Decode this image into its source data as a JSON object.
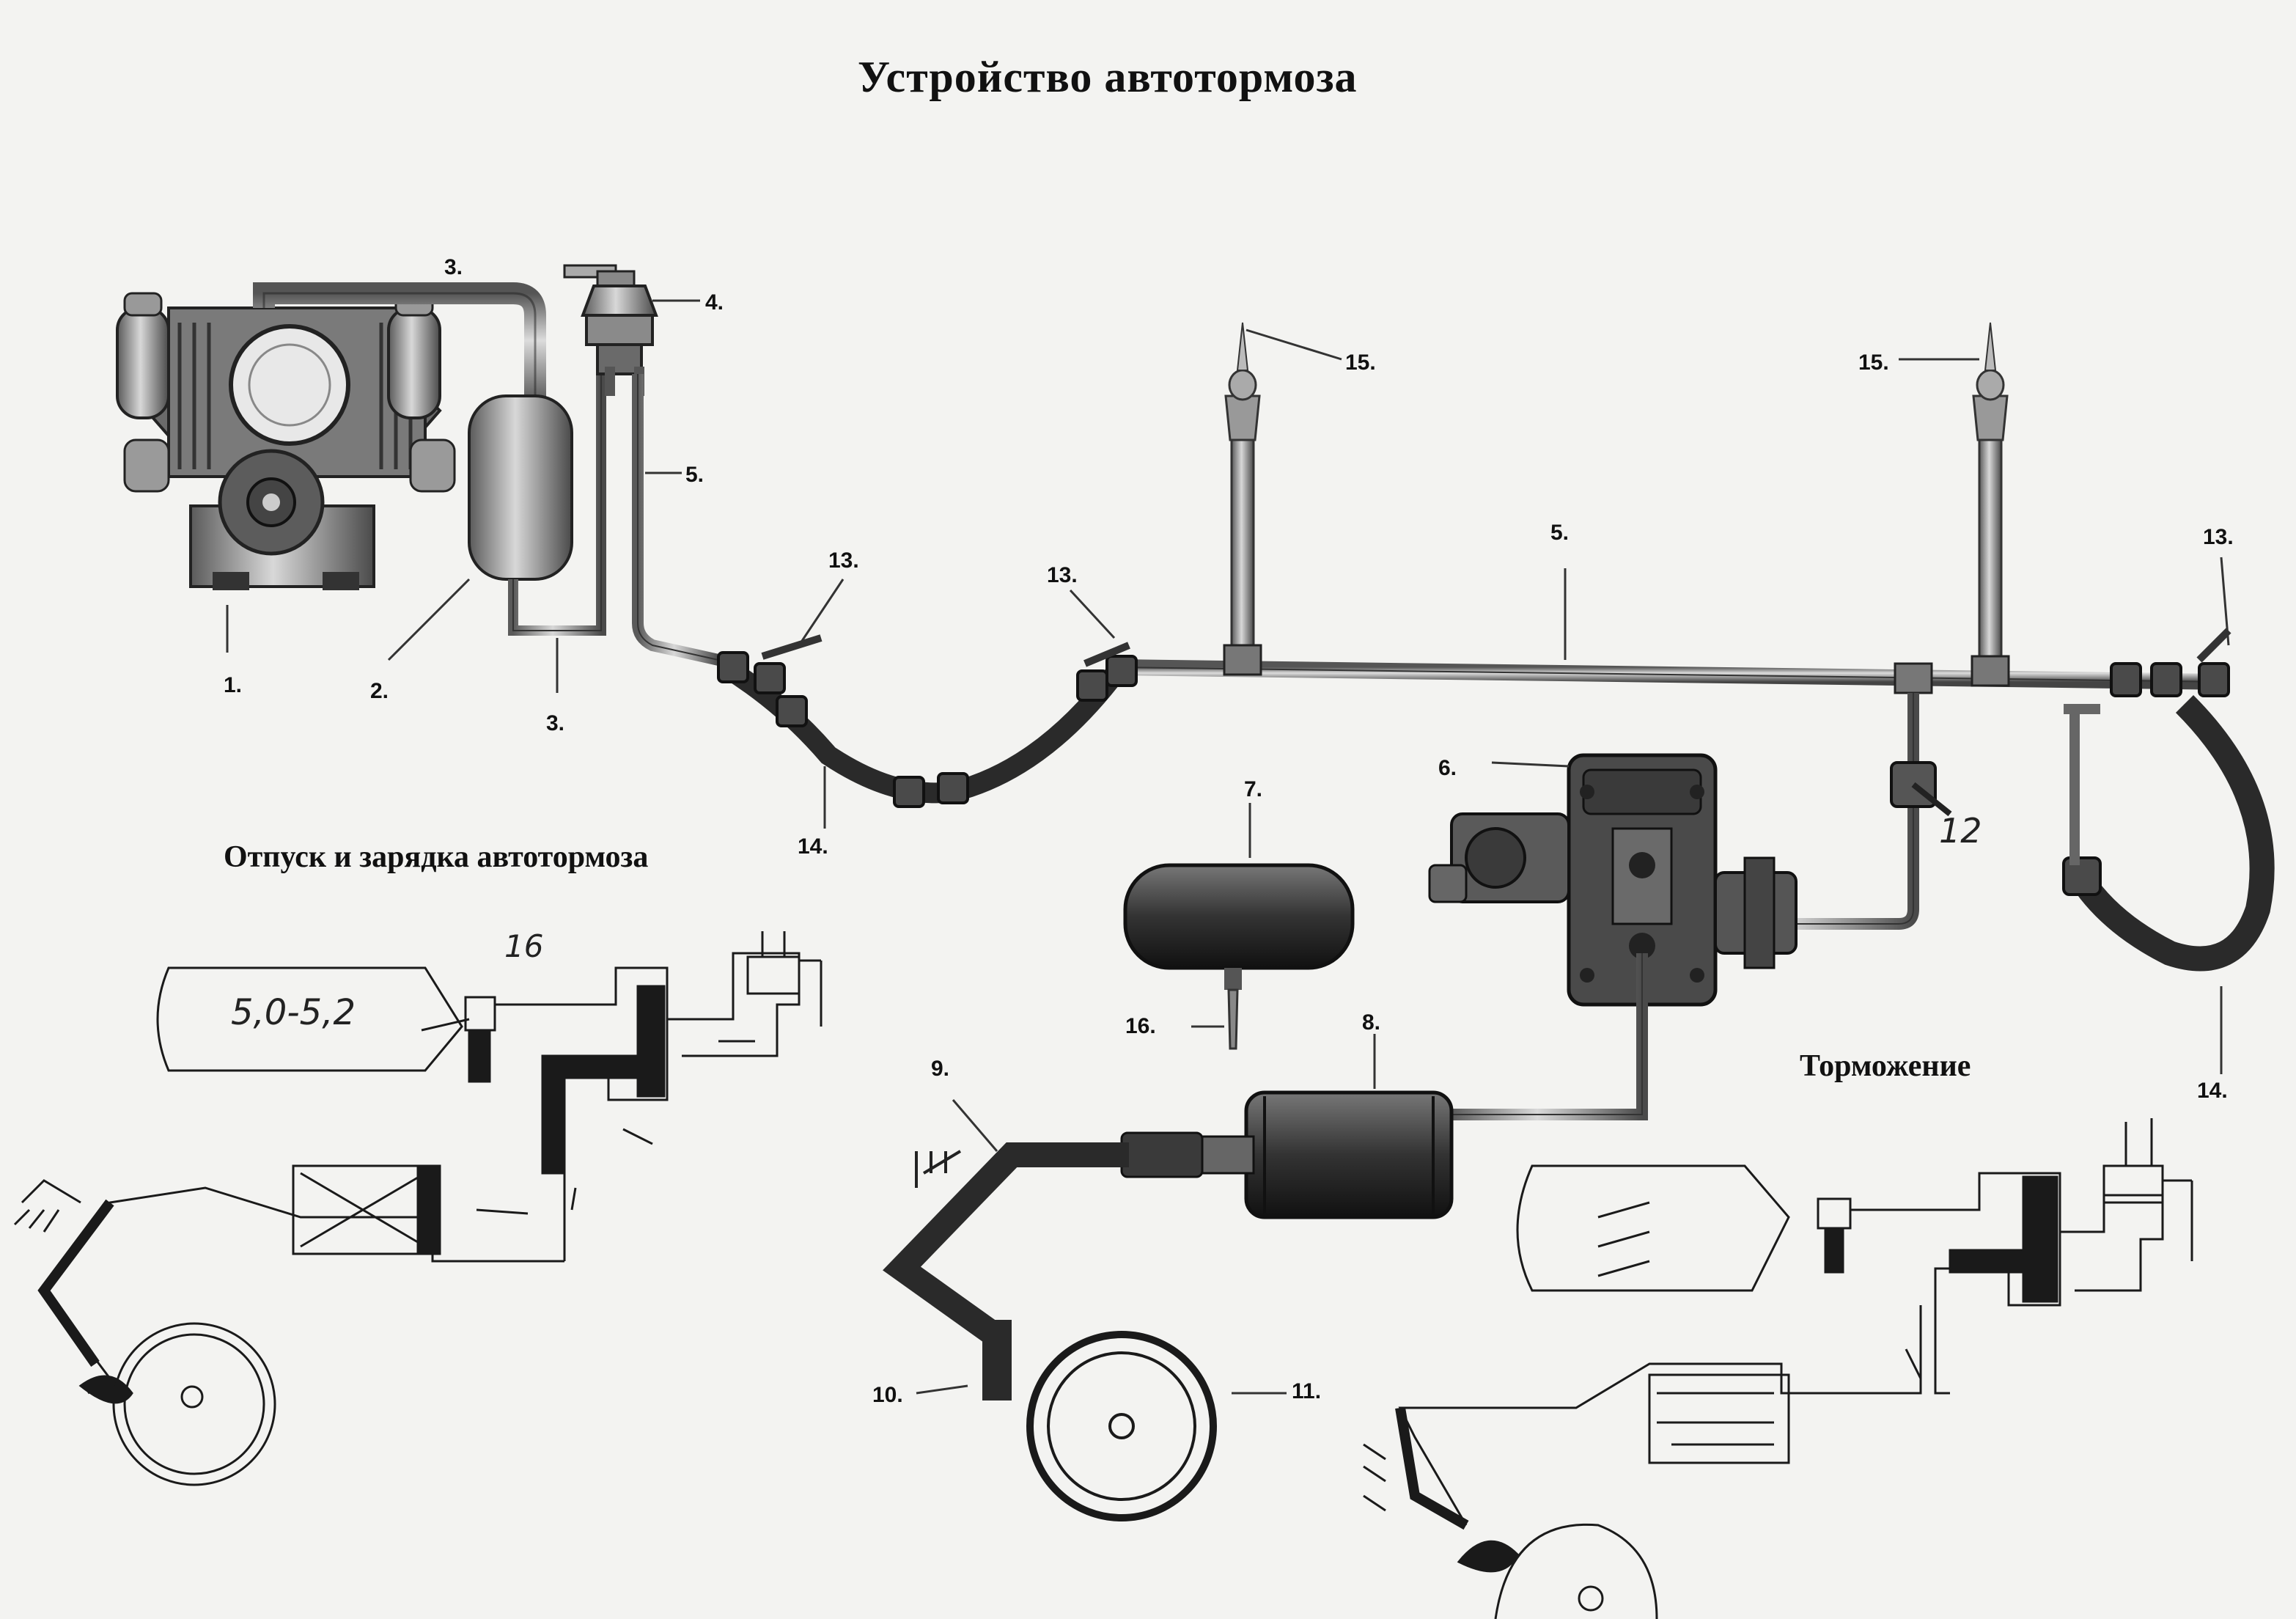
{
  "title": "Устройство    автотормоза",
  "headings": {
    "release": "Отпуск и зарядка автотормоза",
    "braking": "Торможение"
  },
  "labels": {
    "n1": "1.",
    "n2": "2.",
    "n3a": "3.",
    "n3b": "3.",
    "n4": "4.",
    "n5a": "5.",
    "n5b": "5.",
    "n6": "6.",
    "n7": "7.",
    "n8": "8.",
    "n9": "9.",
    "n10": "10.",
    "n11": "11.",
    "n12": "12",
    "n13a": "13.",
    "n13b": "13.",
    "n13c": "13.",
    "n14a": "14.",
    "n14b": "14.",
    "n15a": "15.",
    "n15b": "15.",
    "n16a": "16.",
    "n16b": "16"
  },
  "sketch": {
    "tank_pressure": "5,0-5,2"
  },
  "colors": {
    "paper": "#f3f3f1",
    "ink": "#1a1a1a",
    "metal": "#8a8a8a",
    "hose": "#2a2a2a"
  }
}
